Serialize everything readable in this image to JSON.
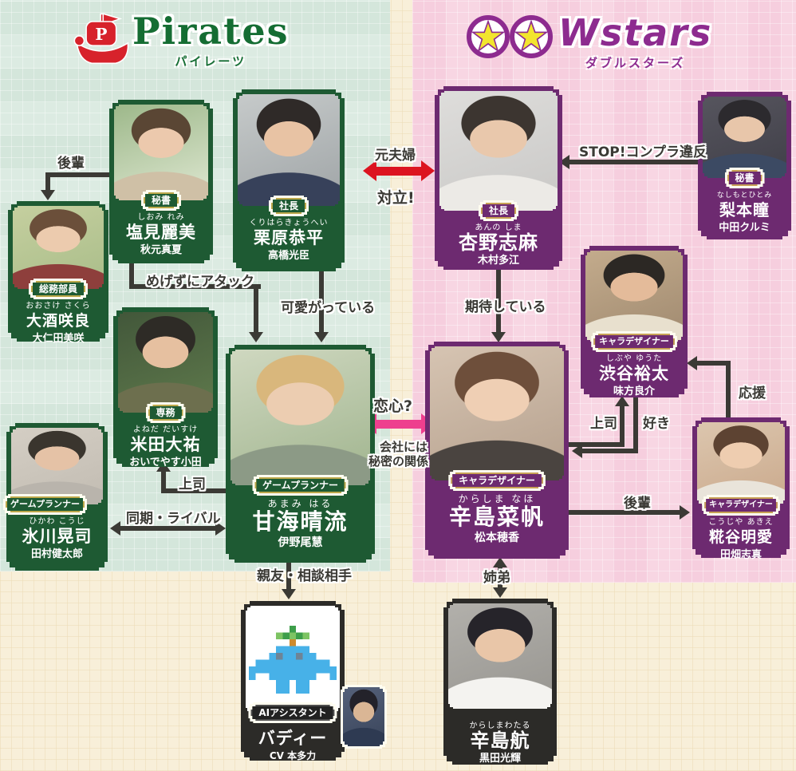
{
  "header": {
    "pirates": {
      "name": "Pirates",
      "subtitle": "パイレーツ",
      "color": "#156d33"
    },
    "wstars": {
      "name": "Wstars",
      "subtitle": "ダブルスターズ",
      "color": "#8d2b8f"
    }
  },
  "colors": {
    "pirates_card": "#1e5a33",
    "wstars_card": "#6d2a70",
    "neutral_card": "#2c2b28",
    "arrow": "#3b3a35",
    "conflict_arrow": "#dc1420",
    "love_arrow": "#ee3f8e",
    "mint_bg": "#dcebe2",
    "pink_bg": "#f8d6e3",
    "cream_bg": "#f8efd9"
  },
  "characters": [
    {
      "role": "秘書",
      "furigana": "しおみ れみ",
      "name": "塩見麗美",
      "actor": "秋元真夏"
    },
    {
      "role": "社長",
      "furigana": "くりはらきょうへい",
      "name": "栗原恭平",
      "actor": "高橋光臣"
    },
    {
      "role": "総務部員",
      "furigana": "おおさけ さくら",
      "name": "大酒咲良",
      "actor": "大仁田美咲"
    },
    {
      "role": "専務",
      "furigana": "よねだ だいすけ",
      "name": "米田大祐",
      "actor": "おいでやす小田"
    },
    {
      "role": "ゲームプランナー",
      "furigana": "ひかわ こうじ",
      "name": "氷川晃司",
      "actor": "田村健太郎"
    },
    {
      "role": "ゲームプランナー",
      "furigana": "あまみ はる",
      "name": "甘海晴流",
      "actor": "伊野尾慧"
    },
    {
      "role": "社長",
      "furigana": "あんの しま",
      "name": "杏野志麻",
      "actor": "木村多江"
    },
    {
      "role": "秘書",
      "furigana": "なしもとひとみ",
      "name": "梨本瞳",
      "actor": "中田クルミ"
    },
    {
      "role": "キャラデザイナー",
      "furigana": "しぶや ゆうた",
      "name": "渋谷裕太",
      "actor": "味方良介"
    },
    {
      "role": "キャラデザイナー",
      "furigana": "からしま なほ",
      "name": "辛島菜帆",
      "actor": "松本穂香"
    },
    {
      "role": "キャラデザイナー",
      "furigana": "こうじや あきえ",
      "name": "糀谷明愛",
      "actor": "田畑志真"
    },
    {
      "role": "",
      "furigana": "からしまわたる",
      "name": "辛島航",
      "actor": "黒田光輝"
    },
    {
      "role": "AIアシスタント",
      "furigana": "",
      "name": "バディー",
      "actor": "CV 本多力"
    }
  ],
  "relations": {
    "kouhai_left": "後輩",
    "attack": "めげずにアタック",
    "kawaigaru": "可愛がっている",
    "moto_fuufu": "元夫婦",
    "tairitsu": "対立!",
    "stop_compla": "STOP!コンプラ違反",
    "kitai": "期待している",
    "joushi_left": "上司",
    "douki": "同期・ライバル",
    "koigokoro": "恋心?",
    "himitsu1": "会社には",
    "himitsu2": "秘密の関係",
    "joushi_right": "上司",
    "suki": "好き",
    "ouen": "応援",
    "kouhai_right": "後輩",
    "shinyuu": "親友・相談相手",
    "kyoudai": "姉弟"
  }
}
